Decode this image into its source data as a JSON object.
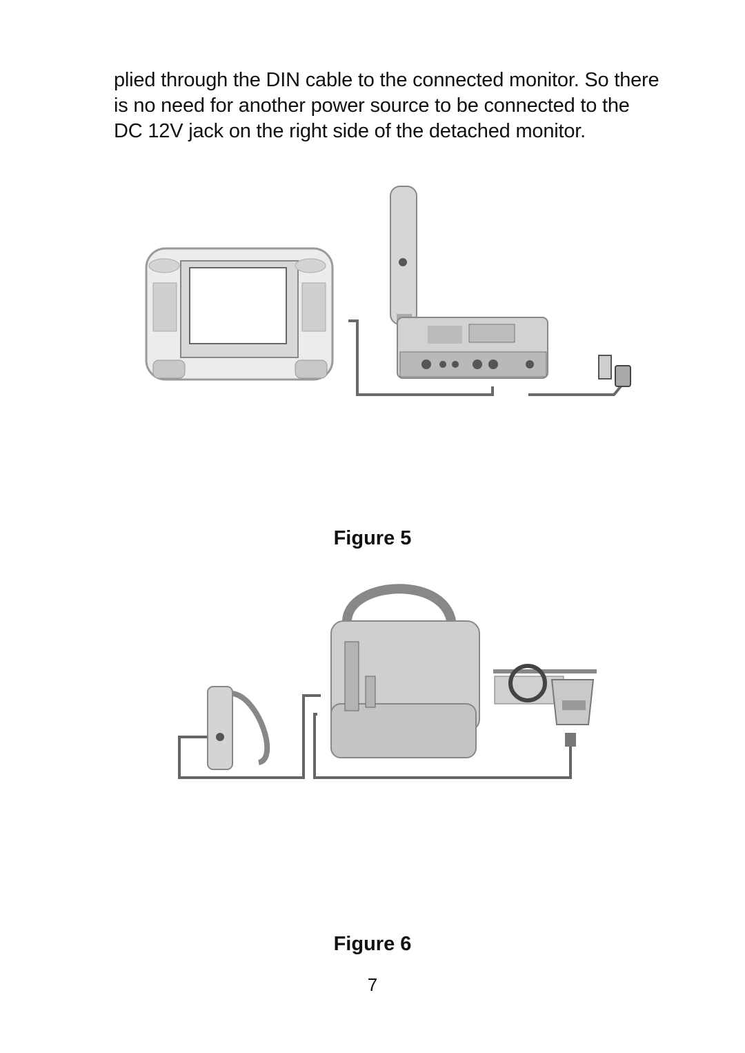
{
  "paragraph": {
    "lines": [
      "plied through the DIN cable to the connected monitor. So there",
      "is no need for another power source to be connected to the",
      "DC 12V  jack on the right side of the detached monitor."
    ]
  },
  "figures": [
    {
      "caption": "Figure 5"
    },
    {
      "caption": "Figure 6"
    }
  ],
  "page_number": "7"
}
